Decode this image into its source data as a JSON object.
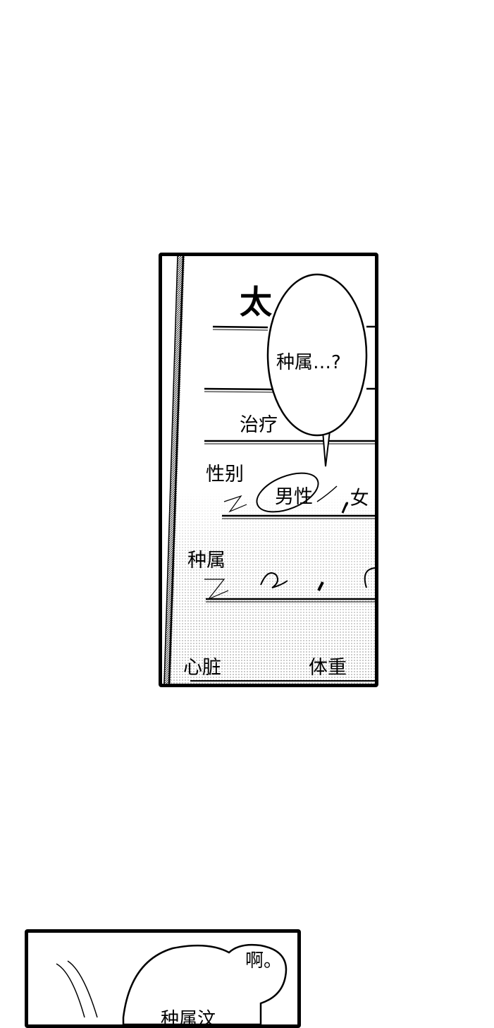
{
  "panel1": {
    "heading_char": "太",
    "speech": "种属…?",
    "form": {
      "treatment_label": "治疗",
      "gender_label": "性别",
      "gender_male": "男性",
      "gender_female": ",女",
      "species_label": "种属",
      "heart_label": "心脏",
      "weight_label": "体重"
    }
  },
  "panel2": {
    "speech_top": "啊。",
    "speech_bottom": "种属汶"
  }
}
